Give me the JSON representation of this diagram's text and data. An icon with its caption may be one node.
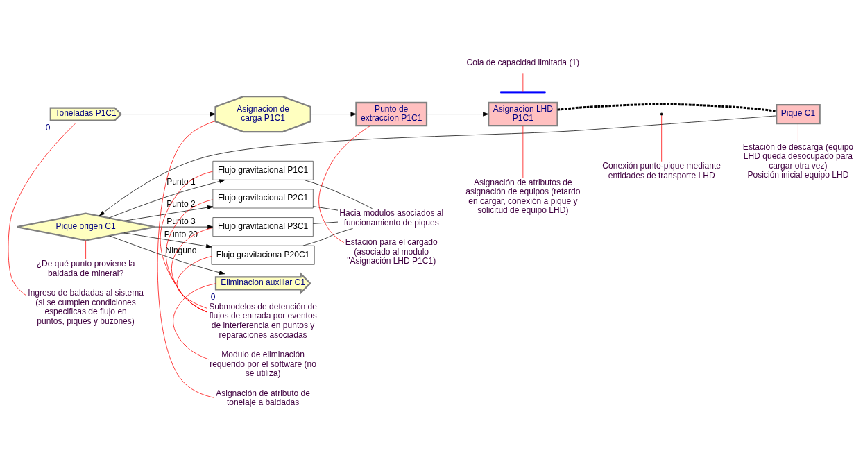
{
  "diagram": {
    "nodes": [
      {
        "text": [
          "Toneladas P1C1"
        ],
        "beside": [
          "0"
        ]
      },
      {
        "text": [
          "Asignacion de carga P1C1"
        ]
      },
      {
        "text": [
          "Punto de extraccion P1C1"
        ]
      },
      {
        "text": [
          "Asignacion LHD P1C1"
        ]
      },
      {
        "text": [
          "Pique C1"
        ]
      },
      {
        "text": [
          "Pique origen C1"
        ]
      },
      {
        "text": [
          "Flujo gravitacional P1C1"
        ]
      },
      {
        "text": [
          "Flujo gravitacional P2C1"
        ]
      },
      {
        "text": [
          "Flujo gravitacional P3C1"
        ]
      },
      {
        "text": [
          "Flujo gravitaciona P20C1"
        ]
      },
      {
        "text": [
          "Eliminacion auxiliar C1"
        ],
        "beside": [
          "0"
        ]
      },
      {
        "text": [
          "Hacia modulos asociados al funcionamiento de piques"
        ]
      },
      {
        "text": [
          "Asignación de atributo de tonelaje a baldadas"
        ]
      },
      {
        "text": [
          "Cola de capacidad limitada (1)"
        ]
      },
      {
        "text": [],
        "shape": "bar"
      },
      {
        "text": [
          "Conexión punto-pique mediante entidades de transporte LHD"
        ]
      },
      {
        "text": [
          "Estación de descarga (equipo LHD queda desocupado para cargar otra vez)",
          "Posición inicial equipo LHD"
        ]
      },
      {
        "text": [
          "Ingreso de baldadas al sistema (si se cumplen condiciones especificas de flujo en puntos, piques y buzones)"
        ]
      },
      {
        "text": [
          "Estación para el cargado (asociado al modulo \"Asignación LHD P1C1)"
        ]
      },
      {
        "text": [
          "Asignación de atributos de asignación de equipos (retardo en cargar, conexión a pique y solicitud de equipo LHD)"
        ]
      },
      {
        "text": [
          "¿De qué punto proviene la baldada de mineral?"
        ]
      },
      {
        "text": [
          "Submodelos de detención de flujos de entrada por eventos de interferencia en puntos y reparaciones asociadas"
        ]
      },
      {
        "text": [
          "Modulo de eliminación requerido por el software (no se utiliza)"
        ]
      }
    ],
    "edges": [
      {
        "from": 0,
        "to": 1,
        "arrow": "to"
      },
      {
        "from": 1,
        "to": 2,
        "arrow": "to"
      },
      {
        "from": 2,
        "to": 3,
        "arrow": "to"
      },
      {
        "from": 3,
        "to": 4,
        "arrow": "none",
        "style": "dashed"
      },
      {
        "from": 4,
        "to": 5,
        "arrow": "to"
      },
      {
        "from": 5,
        "to": 6,
        "label": "Punto 1",
        "arrow": "to"
      },
      {
        "from": 5,
        "to": 7,
        "label": "Punto 2",
        "arrow": "to"
      },
      {
        "from": 5,
        "to": 8,
        "label": "Punto 3",
        "arrow": "to"
      },
      {
        "from": 5,
        "to": 9,
        "label": "Punto 20",
        "arrow": "to"
      },
      {
        "from": 5,
        "to": 10,
        "label": "Ninguno",
        "arrow": "to"
      },
      {
        "from": 6,
        "to": 11,
        "arrow": "none"
      },
      {
        "from": 7,
        "to": 11,
        "arrow": "none"
      },
      {
        "from": 8,
        "to": 11,
        "arrow": "none"
      },
      {
        "from": 9,
        "to": 11,
        "arrow": "none"
      },
      {
        "from": 12,
        "to": 1,
        "arrow": "none",
        "color": "#ff0000"
      },
      {
        "from": 13,
        "to": 14,
        "arrow": "none",
        "color": "#ff0000"
      },
      {
        "from": 15,
        "to": null,
        "arrow": "none",
        "color": "#ff0000"
      },
      {
        "from": 16,
        "to": 4,
        "arrow": "none",
        "color": "#ff0000"
      },
      {
        "from": 17,
        "to": 0,
        "arrow": "none",
        "color": "#ff0000"
      },
      {
        "from": 18,
        "to": 2,
        "arrow": "none",
        "color": "#ff0000"
      },
      {
        "from": 19,
        "to": 3,
        "arrow": "none",
        "color": "#ff0000"
      },
      {
        "from": 20,
        "to": 5,
        "arrow": "none",
        "color": "#ff0000"
      },
      {
        "from": 21,
        "to": 6,
        "arrow": "none",
        "color": "#ff0000"
      },
      {
        "from": 21,
        "to": 7,
        "arrow": "none",
        "color": "#ff0000"
      },
      {
        "from": 21,
        "to": 8,
        "arrow": "none",
        "color": "#ff0000"
      },
      {
        "from": 21,
        "to": 9,
        "arrow": "none",
        "color": "#ff0000"
      },
      {
        "from": 22,
        "to": 10,
        "arrow": "none",
        "color": "#ff0000"
      }
    ]
  }
}
